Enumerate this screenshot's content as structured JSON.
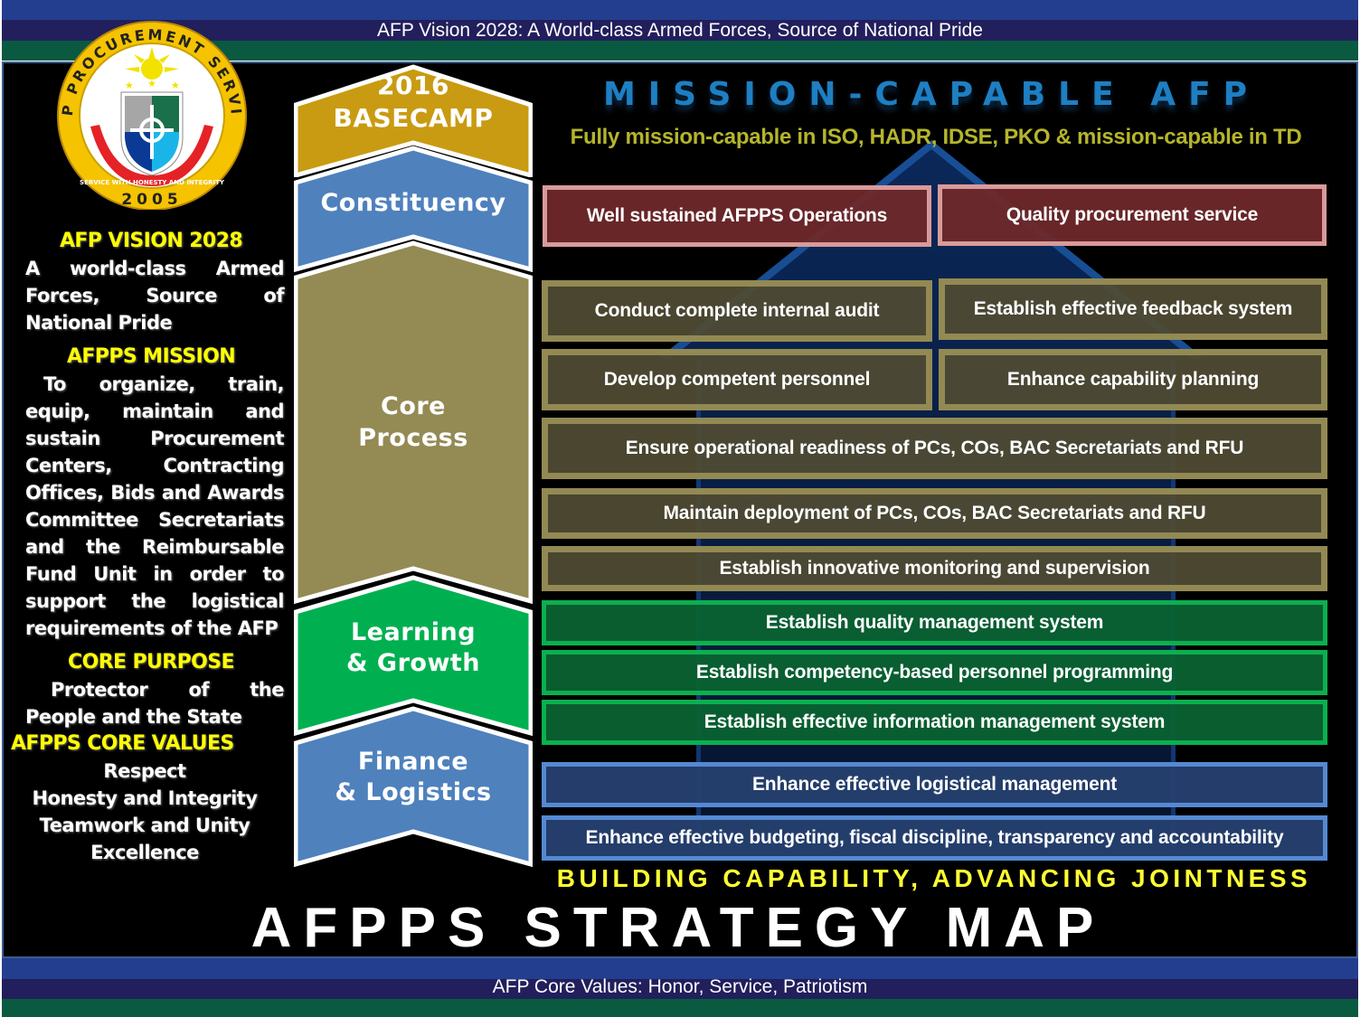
{
  "header": {
    "banner_text": "AFP Vision 2028: A World-class Armed Forces, Source of National Pride"
  },
  "footer": {
    "banner_text": "AFP Core Values: Honor, Service, Patriotism"
  },
  "logo": {
    "ring_text": "AFP PROCUREMENT SERVICE",
    "ribbon_text": "SERVICE WITH HONESTY AND INTEGRITY",
    "year": "2005"
  },
  "left_panel": {
    "vision_heading": "AFP VISION 2028",
    "vision_text": "A world-class Armed Forces, Source of National Pride",
    "mission_heading": "AFPPS MISSION",
    "mission_text": "To organize, train, equip, maintain and sustain Procurement Centers, Contracting Offices, Bids and Awards Committee Secretariats and the Reimbursable Fund Unit in order to support the logistical requirements of the AFP",
    "purpose_heading": "CORE  PURPOSE",
    "purpose_text": "Protector of the People and the State",
    "values_heading": "AFPPS CORE  VALUES",
    "values": [
      "Respect",
      "Honesty and Integrity",
      "Teamwork and Unity",
      "Excellence"
    ]
  },
  "perspectives": [
    {
      "line1": "2016",
      "line2": "BASECAMP",
      "color": "#c99b12"
    },
    {
      "line1": "Constituency",
      "line2": "",
      "color": "#4f81bd"
    },
    {
      "line1": "Core",
      "line2": "Process",
      "color": "#948a54"
    },
    {
      "line1": "Learning",
      "line2": "& Growth",
      "color": "#00b050"
    },
    {
      "line1": "Finance",
      "line2": "& Logistics",
      "color": "#4f81bd"
    }
  ],
  "strategy": {
    "title": "MISSION-CAPABLE AFP",
    "subtitle": "Fully mission-capable in ISO, HADR,  IDSE, PKO  & mission-capable in TD",
    "constituency": [
      "Well sustained AFPPS Operations",
      "Quality procurement service"
    ],
    "core_process_pairs": [
      "Conduct complete internal audit",
      "Establish effective feedback system",
      "Develop competent personnel",
      "Enhance capability planning"
    ],
    "core_process_wide": [
      "Ensure operational readiness of PCs, COs, BAC Secretariats and RFU",
      "Maintain deployment of PCs, COs, BAC Secretariats and RFU",
      "Establish innovative monitoring and supervision"
    ],
    "learning_growth": [
      "Establish quality management system",
      "Establish competency-based personnel programming",
      "Establish effective information management system"
    ],
    "finance_logistics": [
      "Enhance effective logistical management",
      "Enhance effective budgeting, fiscal discipline, transparency and accountability"
    ],
    "tagline": "BUILDING CAPABILITY, ADVANCING JOINTNESS"
  },
  "page_title": "AFPPS STRATEGY MAP",
  "colors": {
    "constituency_fill": "#6e282a",
    "constituency_border": "#d99a9a",
    "core_fill": "#504b34",
    "core_border": "#938953",
    "learning_fill": "#0a6232",
    "learning_border": "#0bb04f",
    "finance_fill": "#264070",
    "finance_border": "#5589d2",
    "heading_yellow": "#ffff00",
    "mission_blue": "#1e7fc2"
  }
}
